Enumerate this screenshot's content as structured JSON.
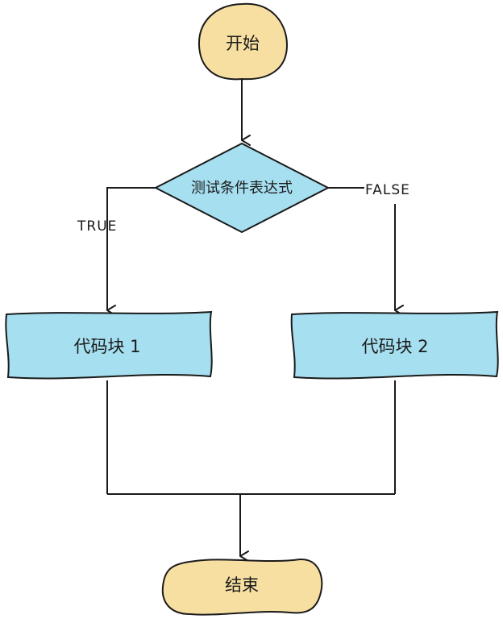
{
  "nodes": {
    "start": {
      "label": "开始",
      "shape": "terminator",
      "color": "#f7dfa2"
    },
    "condition": {
      "label": "测试条件表达式",
      "shape": "decision",
      "color": "#a6dff0"
    },
    "block1": {
      "label": "代码块 1",
      "shape": "process",
      "color": "#a6dff0"
    },
    "block2": {
      "label": "代码块 2",
      "shape": "process",
      "color": "#a6dff0"
    },
    "end": {
      "label": "结束",
      "shape": "terminator",
      "color": "#f7dfa2"
    }
  },
  "edges": {
    "true_label": "TRUE",
    "false_label": "FALSE"
  },
  "colors": {
    "stroke": "#1a1a1a",
    "terminator_fill": "#f7dfa2",
    "process_fill": "#a6dff0"
  }
}
